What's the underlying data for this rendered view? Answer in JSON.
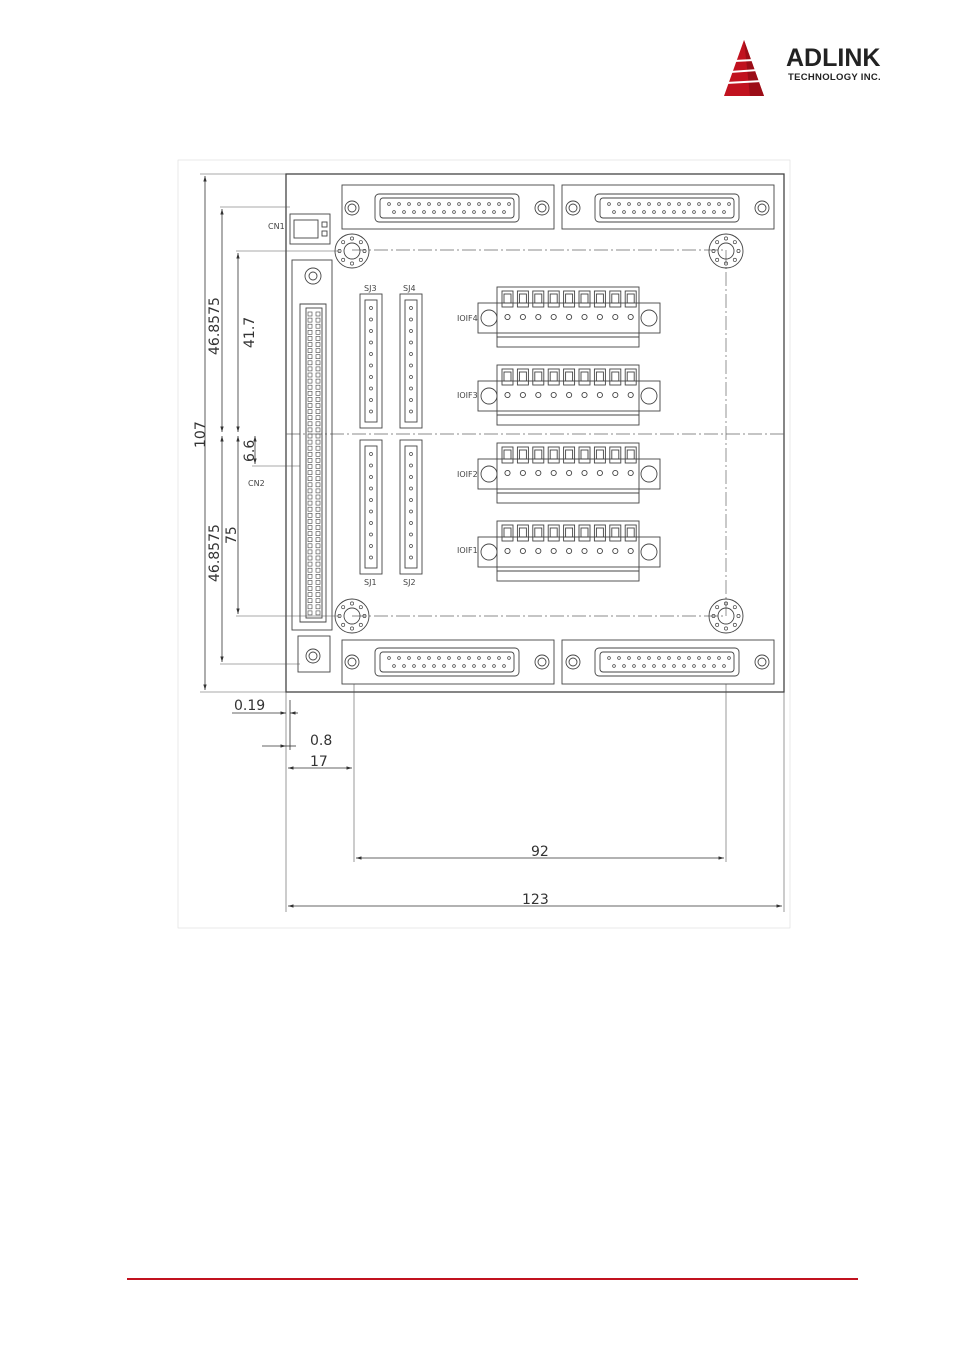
{
  "logo": {
    "brand": "ADLINK",
    "tagline": "TECHNOLOGY INC.",
    "color": "#c1121f"
  },
  "connectors": {
    "cn1": "CN1",
    "cn2": "CN2",
    "sj1": "SJ1",
    "sj2": "SJ2",
    "sj3": "SJ3",
    "sj4": "SJ4",
    "ioif1": "IOIF1",
    "ioif2": "IOIF2",
    "ioif3": "IOIF3",
    "ioif4": "IOIF4"
  },
  "dimensions": {
    "d107": "107",
    "d468575_top": "46.8575",
    "d468575_bottom": "46.8575",
    "d417": "41.7",
    "d66": "6.6",
    "d75": "75",
    "d019": "0.19",
    "d08": "0.8",
    "d17": "17",
    "d92": "92",
    "d123": "123"
  },
  "colors": {
    "footer_rule": "#c1121f",
    "line": "#444444"
  }
}
